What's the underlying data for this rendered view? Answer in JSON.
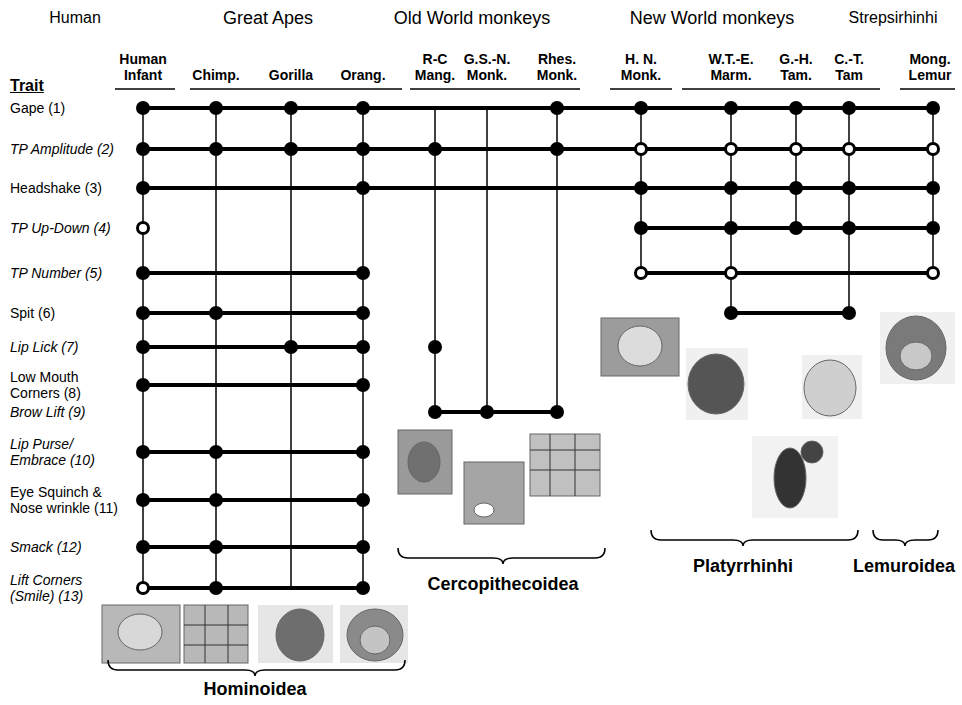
{
  "diagram": {
    "labels": [
      "Human",
      "Great Apes",
      "Old World monkeys",
      "New World monkeys",
      "Strepsirhinhi",
      "Trait",
      "Human Infant",
      "Chimp.",
      "Gorilla",
      "Orang.",
      "R-C Mang.",
      "G.S.-N. Monk.",
      "Rhes. Monk.",
      "H. N. Monk.",
      "W.T.-E. Marm.",
      "G.-H. Tam.",
      "C.-T. Tam",
      "Mong. Lemur",
      "Gape (1)",
      "TP Amplitude (2)",
      "Headshake (3)",
      "TP Up-Down (4)",
      "TP Number (5)",
      "Spit (6)",
      "Lip Lick (7)",
      "Low Mouth Corners (8)",
      "Brow Lift (9)",
      "Lip Purse/ Embrace (10)",
      "Eye Squinch & Nose wrinkle (11)",
      "Smack (12)",
      "Lift Corners (Smile) (13)",
      "Hominoidea",
      "Cercopithecoidea",
      "Platyrrhinhi",
      "Lemuroidea"
    ]
  }
}
